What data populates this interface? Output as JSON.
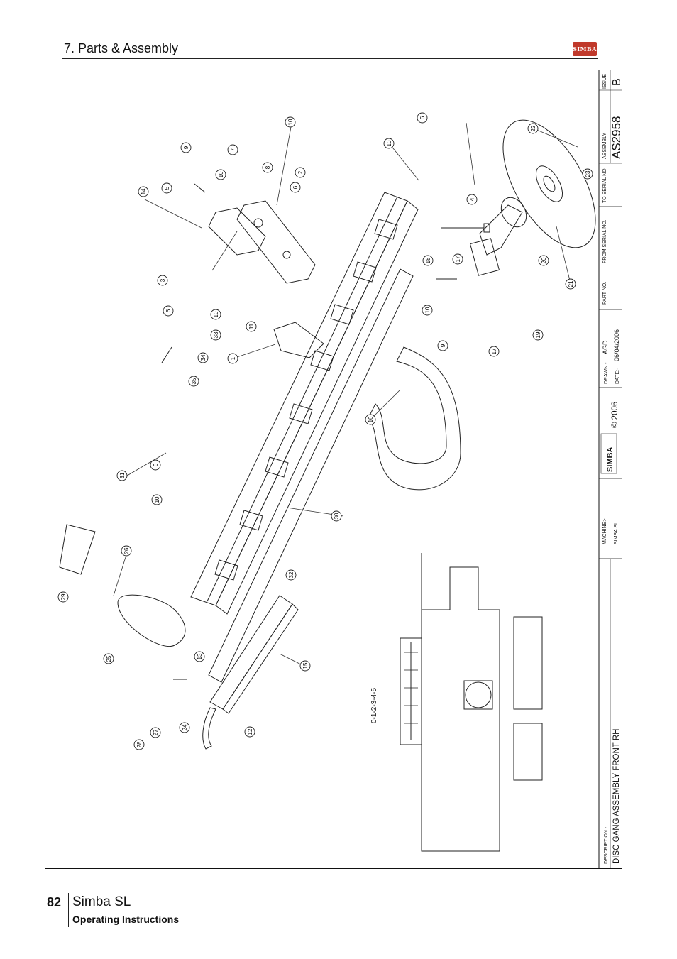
{
  "header": {
    "title": "7. Parts & Assembly",
    "logo_text": "SIMBA"
  },
  "footer": {
    "page_number": "82",
    "title": "Simba SL",
    "subtitle": "Operating Instructions"
  },
  "title_block": {
    "description_label": "DESCRIPTION:-",
    "description": "DISC GANG ASSEMBLY FRONT RH",
    "machine_label": "MACHINE:-",
    "machine": "SIMBA SL",
    "logo": "SIMBA",
    "copyright": "© 2006",
    "drawn_label": "DRAWN:-",
    "drawn": "AGD",
    "date_label": "DATE:-",
    "date": "06/04/2006",
    "part_no_label": "PART NO.",
    "from_serial_label": "FROM SERIAL NO.",
    "to_serial_label": "TO SERIAL NO.",
    "assembly_label": "ASSEMBLY",
    "assembly": "AS2958",
    "issue_label": "ISSUE",
    "issue": "B"
  },
  "scale_label": "0-1-2-3-4-5",
  "callouts": [
    "1",
    "2",
    "3",
    "4",
    "5",
    "6",
    "6",
    "6",
    "6",
    "7",
    "8",
    "9",
    "9",
    "10",
    "10",
    "10",
    "10",
    "10",
    "10",
    "11",
    "12",
    "13",
    "14",
    "15",
    "16",
    "17",
    "17",
    "18",
    "19",
    "20",
    "21",
    "22",
    "23",
    "24",
    "25",
    "26",
    "27",
    "28",
    "29",
    "30",
    "31",
    "32",
    "33",
    "34",
    "35"
  ]
}
